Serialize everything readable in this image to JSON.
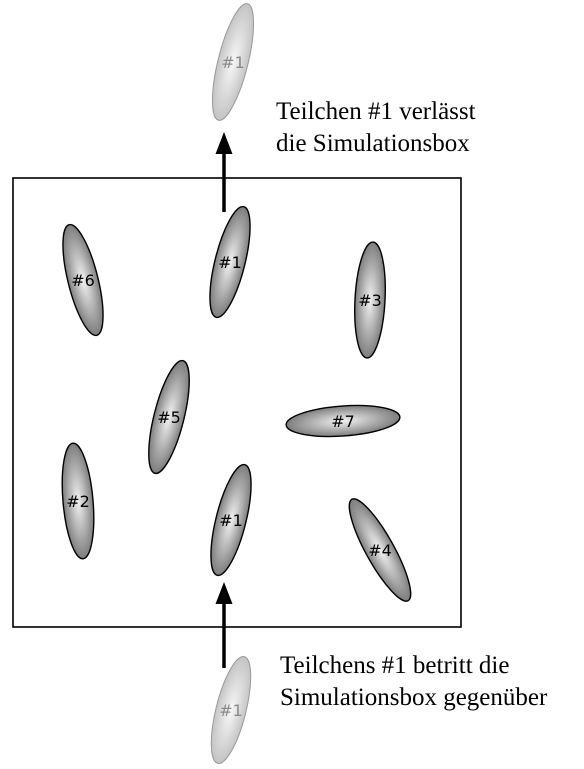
{
  "caption_exit": {
    "line1": "Teilchen #1 verlässt",
    "line2": "die Simulationsbox"
  },
  "caption_enter": {
    "line1": "Teilchens #1 betritt die",
    "line2": "Simulationsbox gegenüber"
  },
  "particles": [
    {
      "id": "ghost-top",
      "label": "#1",
      "ghost": true
    },
    {
      "id": "p1-top",
      "label": "#1",
      "ghost": false
    },
    {
      "id": "p6",
      "label": "#6",
      "ghost": false
    },
    {
      "id": "p3",
      "label": "#3",
      "ghost": false
    },
    {
      "id": "p5",
      "label": "#5",
      "ghost": false
    },
    {
      "id": "p7",
      "label": "#7",
      "ghost": false
    },
    {
      "id": "p2",
      "label": "#2",
      "ghost": false
    },
    {
      "id": "p1-bottom",
      "label": "#1",
      "ghost": false
    },
    {
      "id": "p4",
      "label": "#4",
      "ghost": false
    },
    {
      "id": "ghost-bottom",
      "label": "#1",
      "ghost": true
    }
  ],
  "colors": {
    "particle_fill_center": "#f2f2f2",
    "particle_fill_edge": "#7d7d7d",
    "ghost_fill_center": "#f7f7f7",
    "ghost_fill_edge": "#c4c4c4",
    "ghost_stroke": "#9a9a9a",
    "ghost_text": "#8a8a8a",
    "stroke": "#000000"
  }
}
